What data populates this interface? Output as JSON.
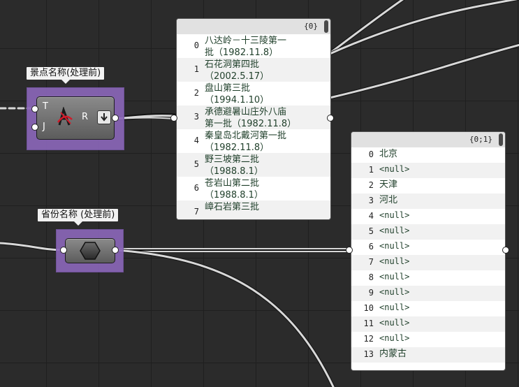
{
  "groups": {
    "scenic": {
      "label": "景点名称(处理前)"
    },
    "province": {
      "label": "省份名称 (处理前)"
    }
  },
  "component_text_split": {
    "inputs": [
      "T",
      "J"
    ],
    "output": "R",
    "icon": "text-split-icon",
    "option_icon": "arrow-down-icon"
  },
  "component_param": {
    "icon": "hexagon-param-icon"
  },
  "panel_scenic": {
    "path": "{0}",
    "rows": [
      {
        "index": "0",
        "value": "八达岭－十三陵第一\n批（1982.11.8）"
      },
      {
        "index": "1",
        "value": "石花洞第四批\n（2002.5.17）"
      },
      {
        "index": "2",
        "value": "盘山第三批\n（1994.1.10）"
      },
      {
        "index": "3",
        "value": "承德避暑山庄外八庙\n第一批（1982.11.8）"
      },
      {
        "index": "4",
        "value": "秦皇岛北戴河第一批\n（1982.11.8）"
      },
      {
        "index": "5",
        "value": "野三坡第二批\n（1988.8.1）"
      },
      {
        "index": "6",
        "value": "苍岩山第二批\n（1988.8.1）"
      },
      {
        "index": "7",
        "value": "嶂石岩第三批"
      }
    ]
  },
  "panel_province": {
    "path": "{0;1}",
    "rows": [
      {
        "index": "0",
        "value": "北京"
      },
      {
        "index": "1",
        "value": "<null>"
      },
      {
        "index": "2",
        "value": "天津"
      },
      {
        "index": "3",
        "value": "河北"
      },
      {
        "index": "4",
        "value": "<null>"
      },
      {
        "index": "5",
        "value": "<null>"
      },
      {
        "index": "6",
        "value": "<null>"
      },
      {
        "index": "7",
        "value": "<null>"
      },
      {
        "index": "8",
        "value": "<null>"
      },
      {
        "index": "9",
        "value": "<null>"
      },
      {
        "index": "10",
        "value": "<null>"
      },
      {
        "index": "11",
        "value": "<null>"
      },
      {
        "index": "12",
        "value": "<null>"
      },
      {
        "index": "13",
        "value": "内蒙古"
      }
    ]
  },
  "colors": {
    "canvas": "#2b2b2b",
    "group": "#8a66b8",
    "wire": "#d8d8d8",
    "value_text": "#1f3f2a"
  }
}
